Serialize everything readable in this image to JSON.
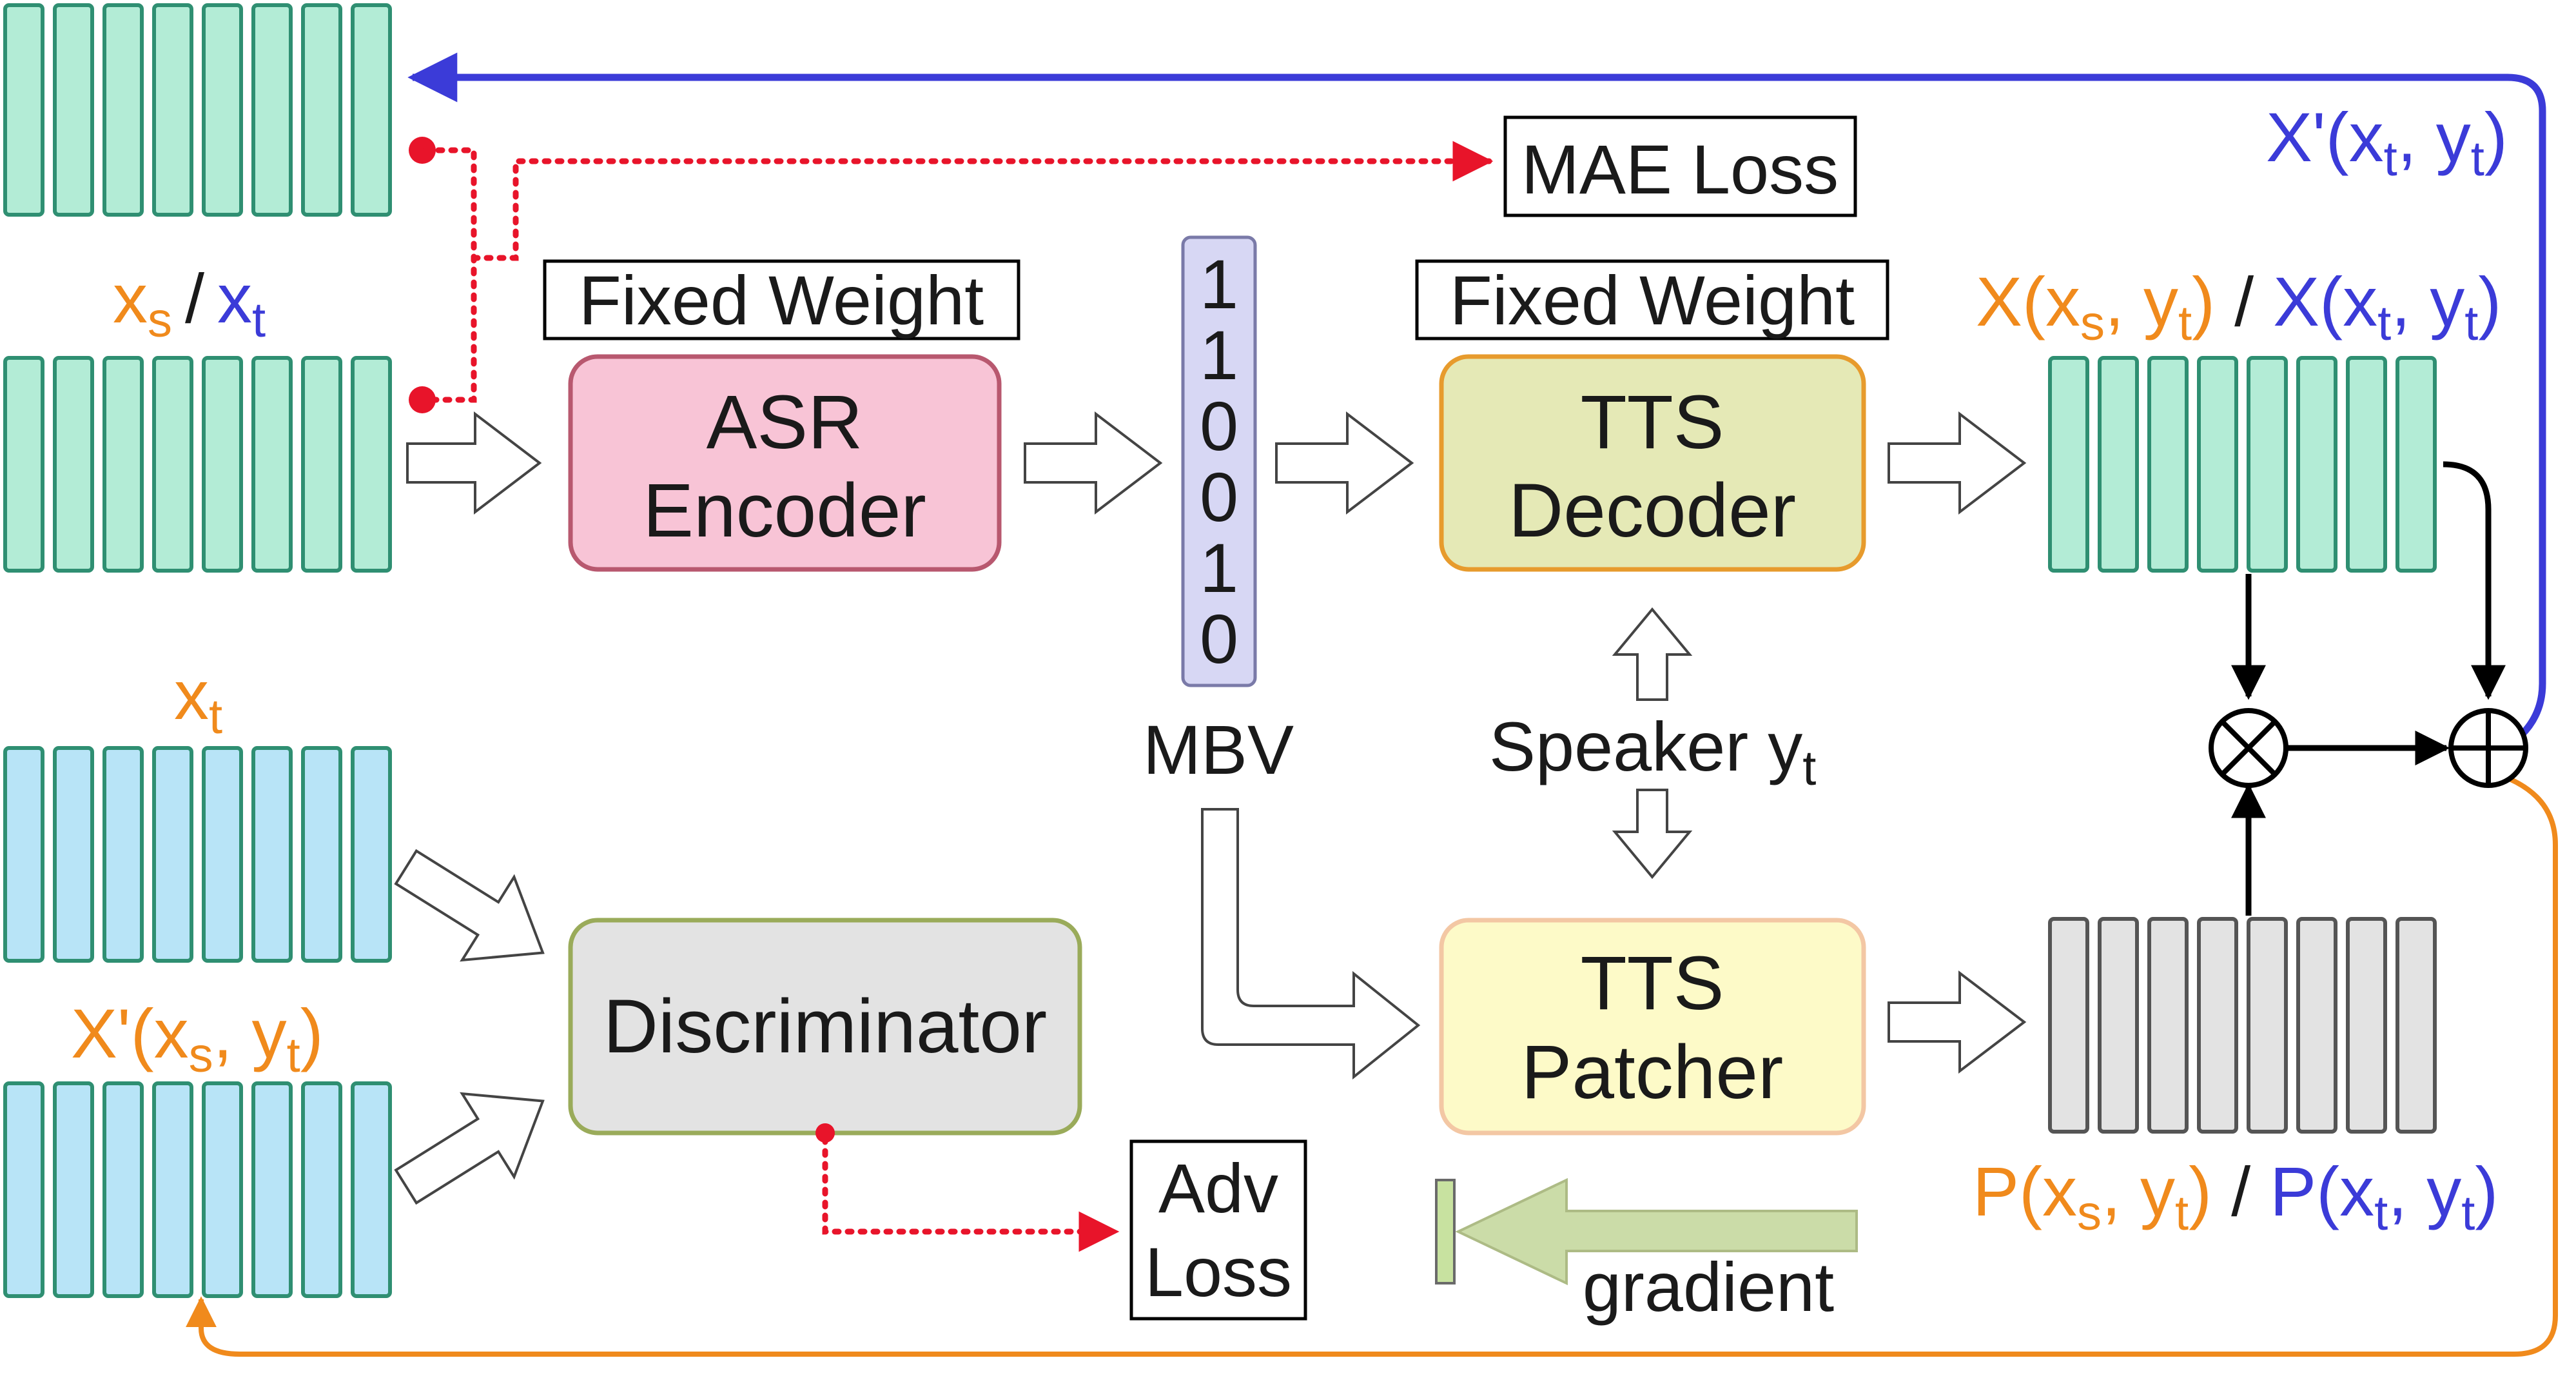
{
  "labels": {
    "xs_sub": "s",
    "xt_sub": "t",
    "x_main": "x",
    "slash": "/",
    "mae_loss": "MAE Loss",
    "fixed_weight": "Fixed Weight",
    "asr_l1": "ASR",
    "asr_l2": "Encoder",
    "tts_dec_l1": "TTS",
    "tts_dec_l2": "Decoder",
    "tts_pat_l1": "TTS",
    "tts_pat_l2": "Patcher",
    "discriminator": "Discriminator",
    "mbv": "MBV",
    "speaker_main": "Speaker y",
    "speaker_sub": "t",
    "adv_l1": "Adv",
    "adv_l2": "Loss",
    "gradient": "gradient",
    "xprime_top": "X'(x",
    "xprime_top_sub1": "t",
    "xprime_top_mid": ", y",
    "xprime_top_sub2": "t",
    "xprime_top_end": ")",
    "X_xs_a": "X(x",
    "X_xs_b": ", y",
    "X_xs_c": ")",
    "X_xt_a": "X(x",
    "X_xt_b": ", y",
    "X_xt_c": ")",
    "xprime_s_a": "X'(x",
    "xprime_s_b": ", y",
    "xprime_s_c": ")",
    "P_xs_a": "P(x",
    "P_xs_b": ", y",
    "P_xs_c": ")",
    "P_xt_a": "P(x",
    "P_xt_b": ", y",
    "P_xt_c": ")"
  },
  "mbv_bits": [
    "1",
    "1",
    "0",
    "0",
    "1",
    "0"
  ],
  "colors": {
    "orange": "#f08a1c",
    "blue": "#3b3bd8",
    "green_fill": "#b3ecd6",
    "green_stroke": "#2f8f72",
    "blue_fill": "#b8e4f7",
    "blue_stroke": "#2f8f72",
    "gray_fill": "#e3e3e3",
    "gray_stroke": "#555555",
    "red": "#e8142a"
  }
}
